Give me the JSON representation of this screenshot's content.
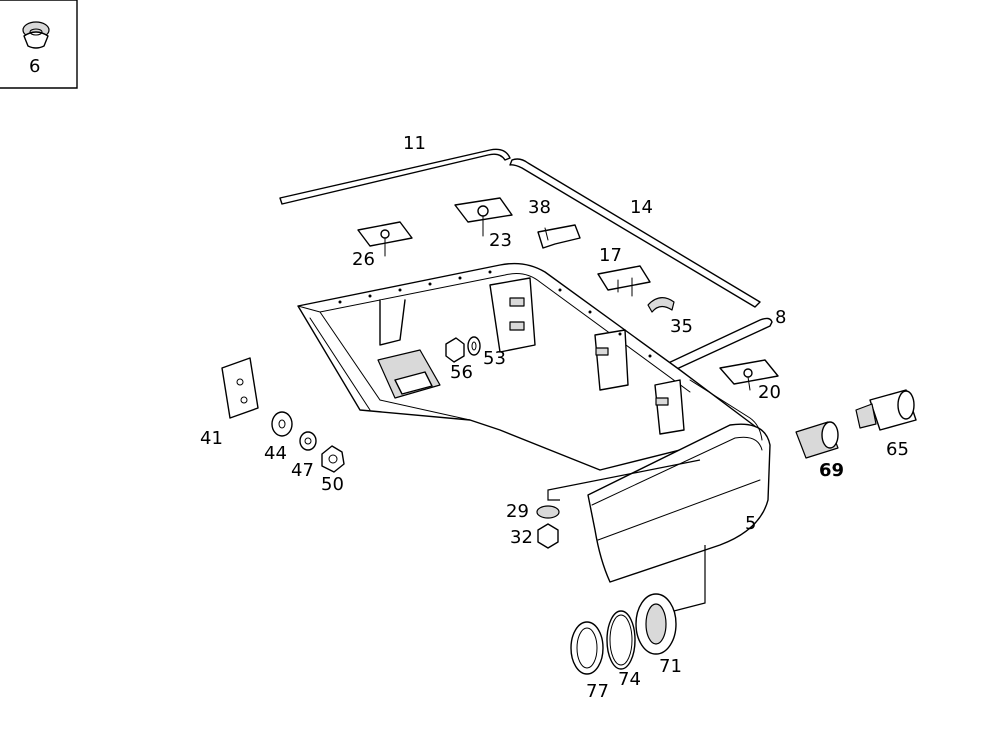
{
  "inset": {
    "label": "6"
  },
  "callouts": {
    "c11": "11",
    "c14": "14",
    "c38": "38",
    "c23": "23",
    "c26": "26",
    "c17": "17",
    "c35": "35",
    "c8": "8",
    "c20": "20",
    "c56": "56",
    "c53": "53",
    "c41": "41",
    "c44": "44",
    "c47": "47",
    "c50": "50",
    "c65": "65",
    "c69": "69",
    "c5": "5",
    "c29": "29",
    "c32": "32",
    "c77": "77",
    "c74": "74",
    "c71": "71"
  }
}
